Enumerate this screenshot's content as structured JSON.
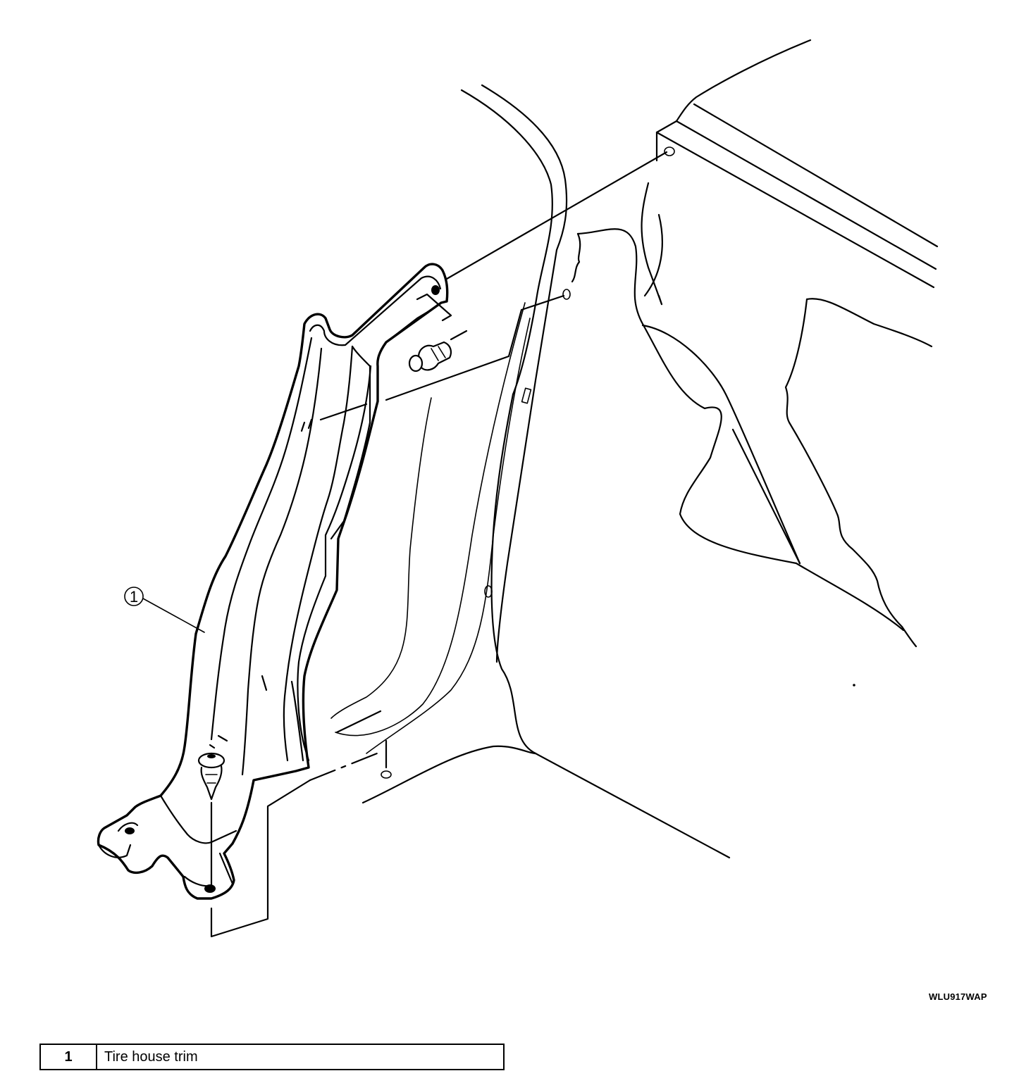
{
  "diagram": {
    "callout": "1",
    "code": "WLU917WAP"
  },
  "legend": {
    "rows": [
      {
        "number": "1",
        "label": "Tire house trim"
      }
    ]
  }
}
